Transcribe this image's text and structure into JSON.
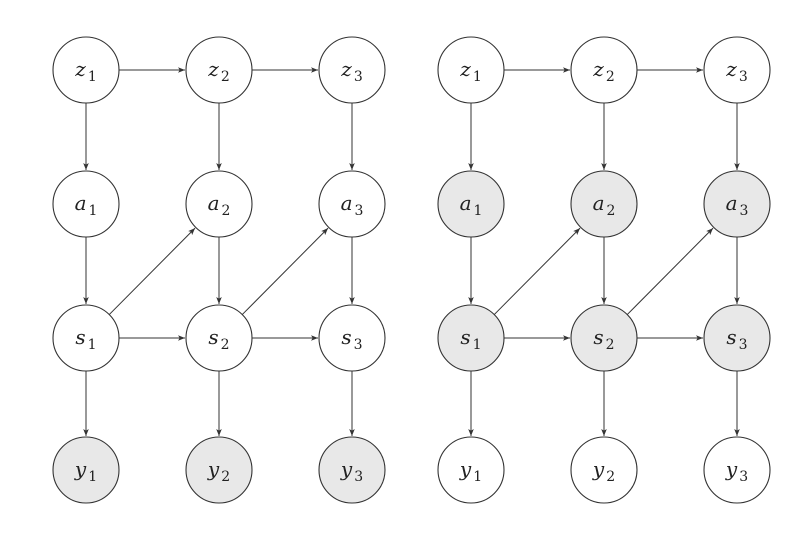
{
  "colors": {
    "observed_fill": "#e8e8e8",
    "latent_fill": "#ffffff",
    "stroke": "#333333"
  },
  "graphs": [
    {
      "nodes": [
        {
          "id": "z1",
          "var": "z",
          "sub": "1",
          "observed": false
        },
        {
          "id": "z2",
          "var": "z",
          "sub": "2",
          "observed": false
        },
        {
          "id": "z3",
          "var": "z",
          "sub": "3",
          "observed": false
        },
        {
          "id": "a1",
          "var": "a",
          "sub": "1",
          "observed": false
        },
        {
          "id": "a2",
          "var": "a",
          "sub": "2",
          "observed": false
        },
        {
          "id": "a3",
          "var": "a",
          "sub": "3",
          "observed": false
        },
        {
          "id": "s1",
          "var": "s",
          "sub": "1",
          "observed": false
        },
        {
          "id": "s2",
          "var": "s",
          "sub": "2",
          "observed": false
        },
        {
          "id": "s3",
          "var": "s",
          "sub": "3",
          "observed": false
        },
        {
          "id": "y1",
          "var": "y",
          "sub": "1",
          "observed": true
        },
        {
          "id": "y2",
          "var": "y",
          "sub": "2",
          "observed": true
        },
        {
          "id": "y3",
          "var": "y",
          "sub": "3",
          "observed": true
        }
      ]
    },
    {
      "nodes": [
        {
          "id": "z1",
          "var": "z",
          "sub": "1",
          "observed": false
        },
        {
          "id": "z2",
          "var": "z",
          "sub": "2",
          "observed": false
        },
        {
          "id": "z3",
          "var": "z",
          "sub": "3",
          "observed": false
        },
        {
          "id": "a1",
          "var": "a",
          "sub": "1",
          "observed": true
        },
        {
          "id": "a2",
          "var": "a",
          "sub": "2",
          "observed": true
        },
        {
          "id": "a3",
          "var": "a",
          "sub": "3",
          "observed": true
        },
        {
          "id": "s1",
          "var": "s",
          "sub": "1",
          "observed": true
        },
        {
          "id": "s2",
          "var": "s",
          "sub": "2",
          "observed": true
        },
        {
          "id": "s3",
          "var": "s",
          "sub": "3",
          "observed": true
        },
        {
          "id": "y1",
          "var": "y",
          "sub": "1",
          "observed": false
        },
        {
          "id": "y2",
          "var": "y",
          "sub": "2",
          "observed": false
        },
        {
          "id": "y3",
          "var": "y",
          "sub": "3",
          "observed": false
        }
      ]
    }
  ],
  "edges": [
    [
      "z1",
      "z2"
    ],
    [
      "z2",
      "z3"
    ],
    [
      "z1",
      "a1"
    ],
    [
      "z2",
      "a2"
    ],
    [
      "z3",
      "a3"
    ],
    [
      "a1",
      "s1"
    ],
    [
      "a2",
      "s2"
    ],
    [
      "a3",
      "s3"
    ],
    [
      "s1",
      "s2"
    ],
    [
      "s2",
      "s3"
    ],
    [
      "s1",
      "a2"
    ],
    [
      "s2",
      "a3"
    ],
    [
      "s1",
      "y1"
    ],
    [
      "s2",
      "y2"
    ],
    [
      "s3",
      "y3"
    ]
  ]
}
